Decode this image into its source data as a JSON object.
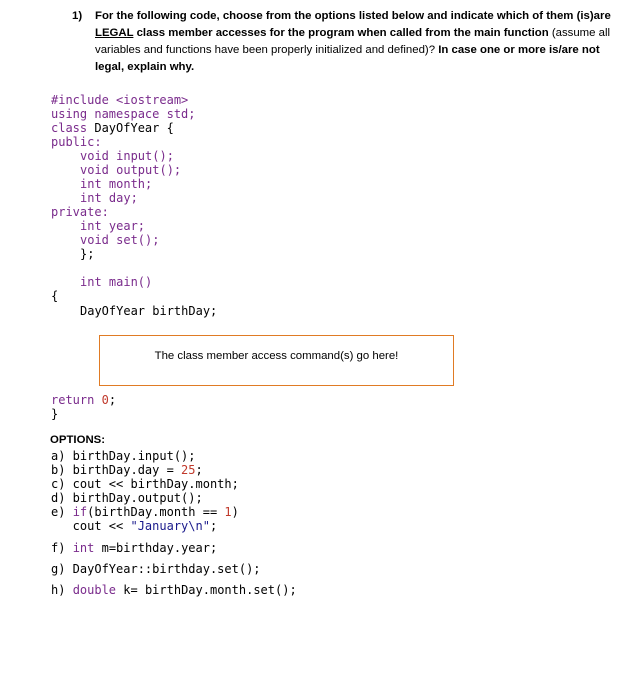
{
  "question": {
    "number": "1)",
    "text_a": "For the following code, choose from the options listed below and indicate which of them (is)are ",
    "legal": "LEGAL",
    "text_b": " class member accesses for the program when called from the main function ",
    "text_c": "(assume all variables and functions have been properly initialized and defined)?",
    "text_d": " In case one or more is/are not legal, explain why."
  },
  "code": {
    "include": "#include <iostream>",
    "using": "using namespace std;",
    "class_kw": "class ",
    "class_name": "DayOfYear {",
    "public": "public:",
    "public_members": [
      "void input();",
      "void output();",
      "int month;",
      "int day;"
    ],
    "private": "private:",
    "private_members": [
      "int year;",
      "void set();",
      "};"
    ],
    "main_sig": "int main()",
    "open_brace": "{",
    "decl": "DayOfYear birthDay;",
    "return_kw": "return ",
    "return_val": "0",
    "return_semi": ";",
    "close_brace": "}"
  },
  "placeholder_box": "The class member access command(s) go here!",
  "options_title": "OPTIONS:",
  "options": {
    "a": "a) birthDay.input();",
    "b_pre": "b) birthDay.day = ",
    "b_val": "25",
    "b_post": ";",
    "c": "c) cout << birthDay.month;",
    "d": "d) birthDay.output();",
    "e1_pre": "e) ",
    "e1_kw": "if",
    "e1_mid": "(birthDay.month == ",
    "e1_val": "1",
    "e1_post": ")",
    "e2_pre": "   cout << ",
    "e2_str": "\"January\\n\"",
    "e2_post": ";",
    "f_pre": "f) ",
    "f_kw": "int",
    "f_post": " m=birthday.year;",
    "g": "g) DayOfYear::birthday.set();",
    "h_pre": "h) ",
    "h_kw": "double",
    "h_post": " k= birthDay.month.set();"
  }
}
